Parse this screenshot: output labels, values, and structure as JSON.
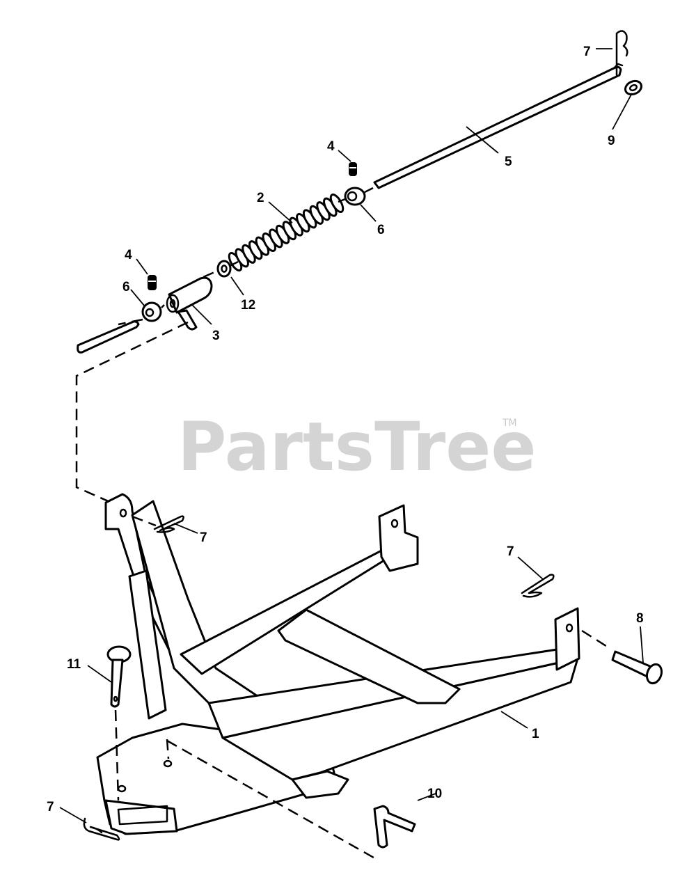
{
  "watermark": {
    "text": "PartsTree",
    "trademark": "TM"
  },
  "callouts": [
    {
      "id": "c7a",
      "label": "7"
    },
    {
      "id": "c9",
      "label": "9"
    },
    {
      "id": "c5",
      "label": "5"
    },
    {
      "id": "c4a",
      "label": "4"
    },
    {
      "id": "c6a",
      "label": "6"
    },
    {
      "id": "c2",
      "label": "2"
    },
    {
      "id": "c4b",
      "label": "4"
    },
    {
      "id": "c6b",
      "label": "6"
    },
    {
      "id": "c12",
      "label": "12"
    },
    {
      "id": "c3",
      "label": "3"
    },
    {
      "id": "c7b",
      "label": "7"
    },
    {
      "id": "c7c",
      "label": "7"
    },
    {
      "id": "c8",
      "label": "8"
    },
    {
      "id": "c11",
      "label": "11"
    },
    {
      "id": "c1",
      "label": "1"
    },
    {
      "id": "c10",
      "label": "10"
    },
    {
      "id": "c7d",
      "label": "7"
    }
  ]
}
